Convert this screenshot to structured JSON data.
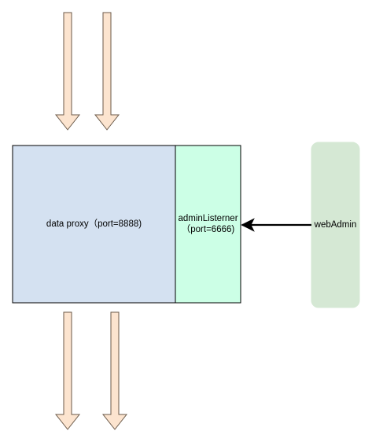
{
  "nodes": {
    "data_proxy": {
      "label": "data proxy（port=8888)",
      "fill": "#d4e1f1",
      "stroke": "#000000"
    },
    "admin_listener": {
      "label_line1": "adminListerner",
      "label_line2": "（port=6666)",
      "fill": "#ccffe6",
      "stroke": "#000000"
    },
    "web_admin": {
      "label": "webAdmin",
      "fill": "#d5e8d4",
      "stroke": "#d5e8d4"
    }
  },
  "edges": [
    {
      "from": "web_admin",
      "to": "admin_listener",
      "style": "arrow",
      "color": "#000000"
    }
  ],
  "flow_arrows": {
    "fill": "#fce4cf",
    "stroke": "#6b5a4a",
    "incoming_count": 2,
    "outgoing_count": 2,
    "direction": "down"
  }
}
